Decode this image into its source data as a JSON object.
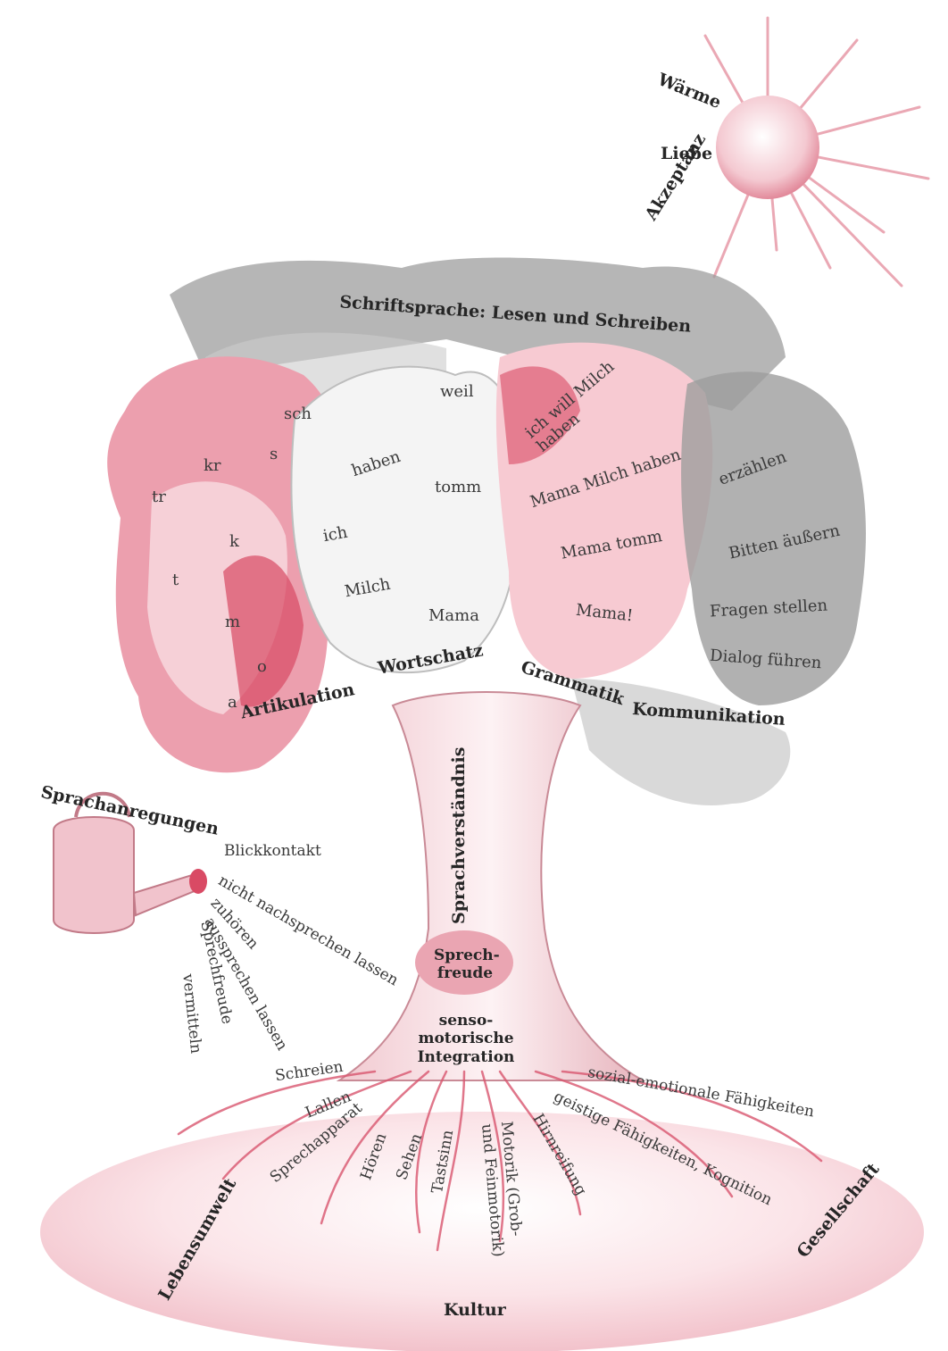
{
  "colors": {
    "accent": "#d84a63",
    "pink": "#f1c3cc",
    "grey": "#9a9a9a"
  },
  "sun": {
    "w1": "Wärme",
    "w2": "Liebe",
    "w3": "Akzeptanz"
  },
  "crown": {
    "title": "Schriftsprache: Lesen und Schreiben"
  },
  "articulation": {
    "sounds": [
      "sch",
      "kr",
      "s",
      "tr",
      "k",
      "t",
      "m",
      "o",
      "a"
    ],
    "label": "Artikulation"
  },
  "vocabulary": {
    "words": [
      "weil",
      "haben",
      "tomm",
      "ich",
      "Milch",
      "Mama"
    ],
    "label": "Wortschatz"
  },
  "grammar": {
    "phrases": [
      "ich will Milch haben",
      "Mama Milch haben",
      "Mama tomm",
      "Mama!"
    ],
    "label": "Grammatik"
  },
  "communication": {
    "items": [
      "erzählen",
      "Bitten äußern",
      "Fragen stellen",
      "Dialog führen"
    ],
    "label": "Kommunikation"
  },
  "trunk": {
    "understanding": "Sprachverständnis",
    "joy1": "Sprech-",
    "joy2": "freude",
    "integ1": "senso-",
    "integ2": "motorische",
    "integ3": "Integration"
  },
  "can": {
    "title": "Sprachanregungen",
    "items": [
      "Blickkontakt",
      "nicht nachsprechen lassen",
      "zuhören",
      "aussprechen lassen",
      "Sprechfreude",
      "vermitteln"
    ]
  },
  "roots": {
    "items": [
      "Schreien",
      "Lallen",
      "Sprechapparat",
      "Hören",
      "Sehen",
      "Tastsinn",
      "Motorik (Grob-",
      "und Feinmotorik)",
      "Hirnreifung",
      "sozial-emotionale Fähigkeiten",
      "geistige Fähigkeiten, Kognition"
    ]
  },
  "ground": {
    "left": "Lebensumwelt",
    "bottom": "Kultur",
    "right": "Gesellschaft"
  }
}
